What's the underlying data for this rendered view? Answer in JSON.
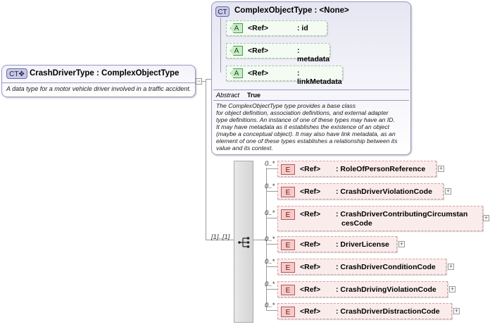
{
  "main_type": {
    "badge": "CT",
    "title": "CrashDriverType : ComplexObjectType",
    "description": "A data type for a motor vehicle driver involved in a traffic accident."
  },
  "base_type": {
    "badge": "CT",
    "title": "ComplexObjectType : <None>",
    "attributes": [
      {
        "badge": "A",
        "ref": "<Ref>",
        "name": ": id"
      },
      {
        "badge": "A",
        "ref": "<Ref>",
        "name": ": metadata"
      },
      {
        "badge": "A",
        "ref": "<Ref>",
        "name": ": linkMetadata"
      }
    ],
    "abstract_label": "Abstract",
    "abstract_value": "True",
    "description_lines": [
      "The ComplexObjectType type provides a base class",
      "for object definition, association definitions, and external adapter",
      "type definitions. An instance of one of these types may have an ID.",
      "It may have metadata as it establishes the existence of an object",
      "(maybe a conceptual object). It may also have link metadata, as an",
      "element of one of these types establishes a relationship between its",
      "value and its context."
    ]
  },
  "sequence": {
    "cardinality": "[1]..[1]"
  },
  "elements": [
    {
      "badge": "E",
      "card": "0..*",
      "ref": "<Ref>",
      "name": ": RoleOfPersonReference",
      "name2": ""
    },
    {
      "badge": "E",
      "card": "0..*",
      "ref": "<Ref>",
      "name": ": CrashDriverViolationCode",
      "name2": ""
    },
    {
      "badge": "E",
      "card": "0..*",
      "ref": "<Ref>",
      "name": ": CrashDriverContributingCircumstan",
      "name2": "cesCode"
    },
    {
      "badge": "E",
      "card": "0..*",
      "ref": "<Ref>",
      "name": ": DriverLicense",
      "name2": ""
    },
    {
      "badge": "E",
      "card": "0..*",
      "ref": "<Ref>",
      "name": ": CrashDriverConditionCode",
      "name2": ""
    },
    {
      "badge": "E",
      "card": "0..*",
      "ref": "<Ref>",
      "name": ": CrashDrivingViolationCode",
      "name2": ""
    },
    {
      "badge": "E",
      "card": "0..*",
      "ref": "<Ref>",
      "name": ": CrashDriverDistractionCode",
      "name2": ""
    }
  ],
  "expand_symbol": "+"
}
